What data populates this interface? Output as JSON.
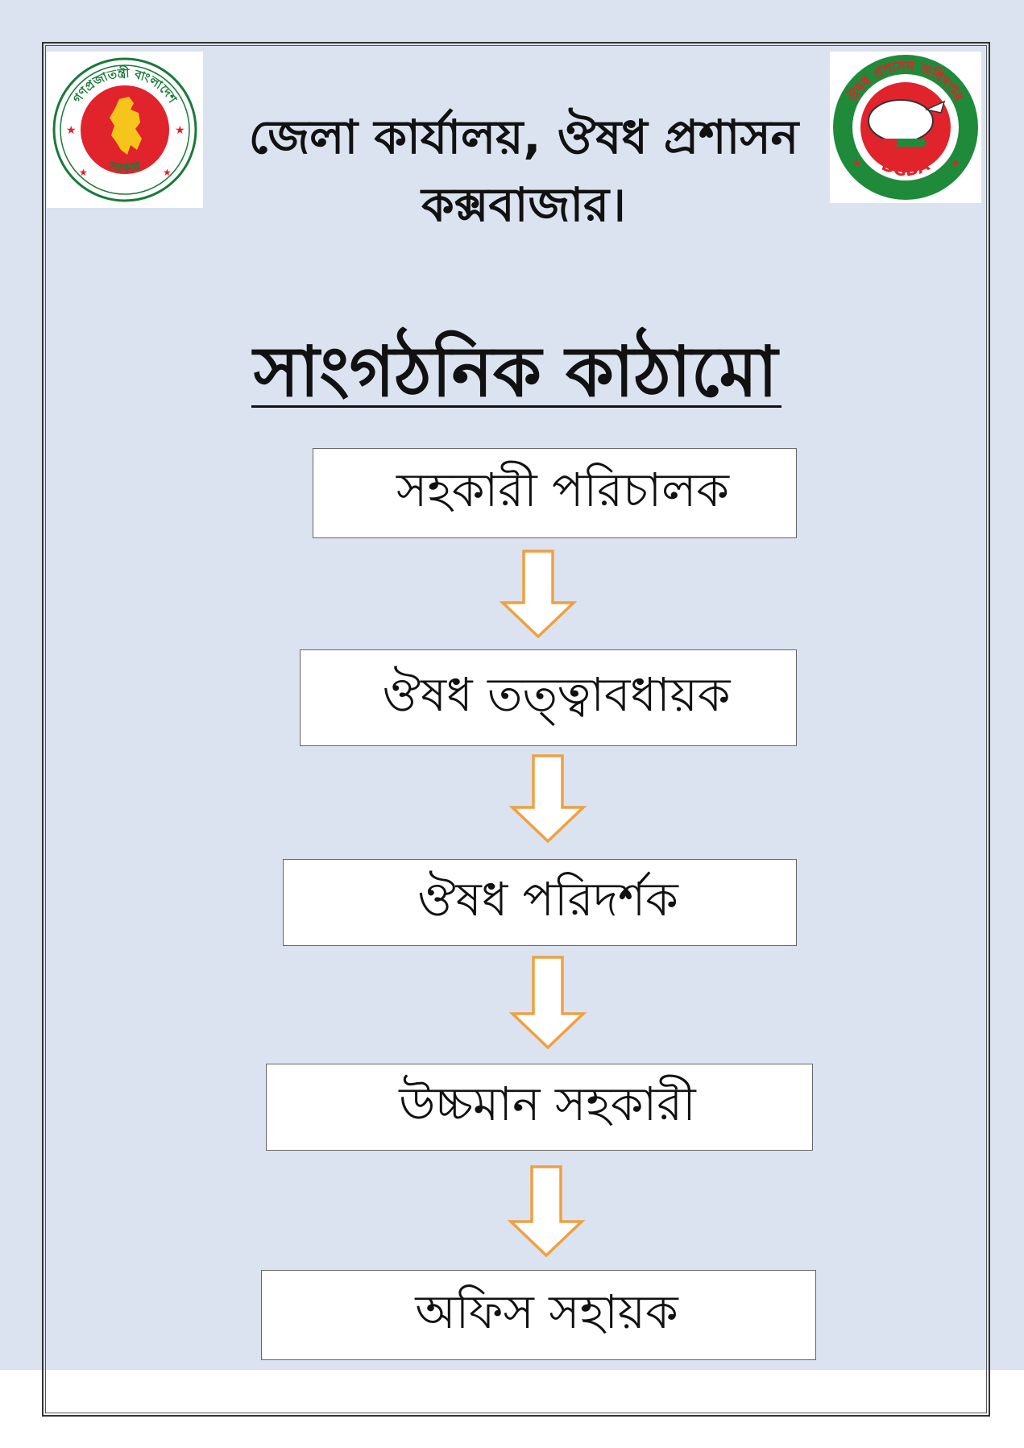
{
  "header": {
    "line1": "জেলা কার্যালয়, ঔষধ প্রশাসন",
    "line2": "কক্সবাজার।"
  },
  "logos": {
    "left": {
      "icon": "bangladesh-government-seal",
      "top_text": "গণপ্রজাতন্ত্রী বাংলাদেশ",
      "bottom_text": "সরকার",
      "colors": {
        "ring": "#1a7a3a",
        "disc": "#e1232b",
        "map": "#f5c51b"
      }
    },
    "right": {
      "icon": "dgda-seal",
      "top_text": "ঔষধ প্রশাসন অধিদপ্তর",
      "bottom_text": "DGDA",
      "colors": {
        "ring": "#1f8a3a",
        "disc": "#e1232b"
      }
    }
  },
  "chart_title": "সাংগঠনিক কাঠামো",
  "hierarchy": [
    {
      "label": "সহকারী পরিচালক"
    },
    {
      "label": "ঔষধ তত্ত্বাবধায়ক"
    },
    {
      "label": "ঔষধ পরিদর্শক"
    },
    {
      "label": "উচ্চমান সহকারী"
    },
    {
      "label": "অফিস সহায়ক"
    }
  ],
  "colors": {
    "background": "#dbe3f0",
    "arrow_stroke": "#f0a040",
    "box_fill": "#ffffff"
  }
}
